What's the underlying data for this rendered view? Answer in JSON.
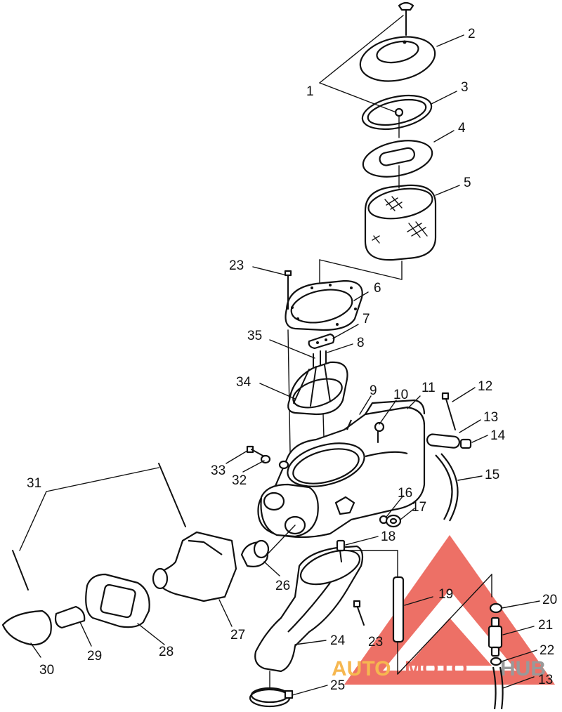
{
  "callouts": [
    {
      "id": "c1",
      "text": "1"
    },
    {
      "id": "c2",
      "text": "2"
    },
    {
      "id": "c3",
      "text": "3"
    },
    {
      "id": "c4",
      "text": "4"
    },
    {
      "id": "c5",
      "text": "5"
    },
    {
      "id": "c6",
      "text": "6"
    },
    {
      "id": "c7",
      "text": "7"
    },
    {
      "id": "c8",
      "text": "8"
    },
    {
      "id": "c9",
      "text": "9"
    },
    {
      "id": "c10",
      "text": "10"
    },
    {
      "id": "c11",
      "text": "11"
    },
    {
      "id": "c12",
      "text": "12"
    },
    {
      "id": "c13a",
      "text": "13"
    },
    {
      "id": "c13b",
      "text": "13"
    },
    {
      "id": "c14",
      "text": "14"
    },
    {
      "id": "c15",
      "text": "15"
    },
    {
      "id": "c16",
      "text": "16"
    },
    {
      "id": "c17",
      "text": "17"
    },
    {
      "id": "c18",
      "text": "18"
    },
    {
      "id": "c19",
      "text": "19"
    },
    {
      "id": "c20",
      "text": "20"
    },
    {
      "id": "c21",
      "text": "21"
    },
    {
      "id": "c22",
      "text": "22"
    },
    {
      "id": "c23a",
      "text": "23"
    },
    {
      "id": "c23b",
      "text": "23"
    },
    {
      "id": "c24",
      "text": "24"
    },
    {
      "id": "c25",
      "text": "25"
    },
    {
      "id": "c26",
      "text": "26"
    },
    {
      "id": "c27",
      "text": "27"
    },
    {
      "id": "c28",
      "text": "28"
    },
    {
      "id": "c29",
      "text": "29"
    },
    {
      "id": "c30",
      "text": "30"
    },
    {
      "id": "c31",
      "text": "31"
    },
    {
      "id": "c32",
      "text": "32"
    },
    {
      "id": "c33",
      "text": "33"
    },
    {
      "id": "c34",
      "text": "34"
    },
    {
      "id": "c35",
      "text": "35"
    }
  ],
  "watermark": {
    "text_auto": "AUTO",
    "text_moto": "MOTO",
    "text_hub": "HUB",
    "color_orange": "#f4a41f",
    "color_red": "#e8483c",
    "color_gray": "#7d7d7d"
  }
}
